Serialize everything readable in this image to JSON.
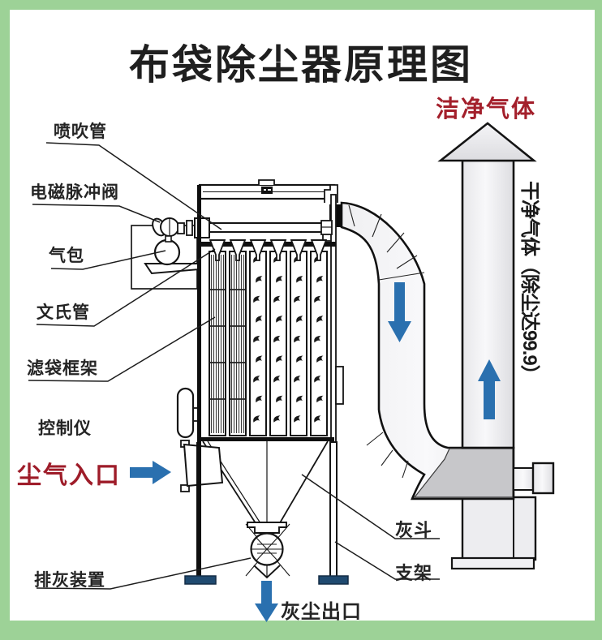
{
  "title": "布袋除尘器原理图",
  "labels": {
    "blow_pipe": "喷吹管",
    "pulse_valve": "电磁脉冲阀",
    "air_tank": "气包",
    "venturi_tube": "文氏管",
    "filter_bag_cage": "滤袋框架",
    "controller": "控制仪",
    "dusty_gas_inlet": "尘气入口",
    "ash_discharge_device": "排灰装置",
    "ash_hopper": "灰斗",
    "support_frame": "支架",
    "dust_outlet": "灰尘出口",
    "clean_gas": "洁净气体",
    "clean_air_note": "干净气体（除尘达99.9）"
  },
  "colors": {
    "frame_green": "#9dd297",
    "accent_red": "#9e1c29",
    "arrow_blue": "#2a70af",
    "foot_navy": "#1f4a70",
    "line_black": "#1a1a1a"
  }
}
